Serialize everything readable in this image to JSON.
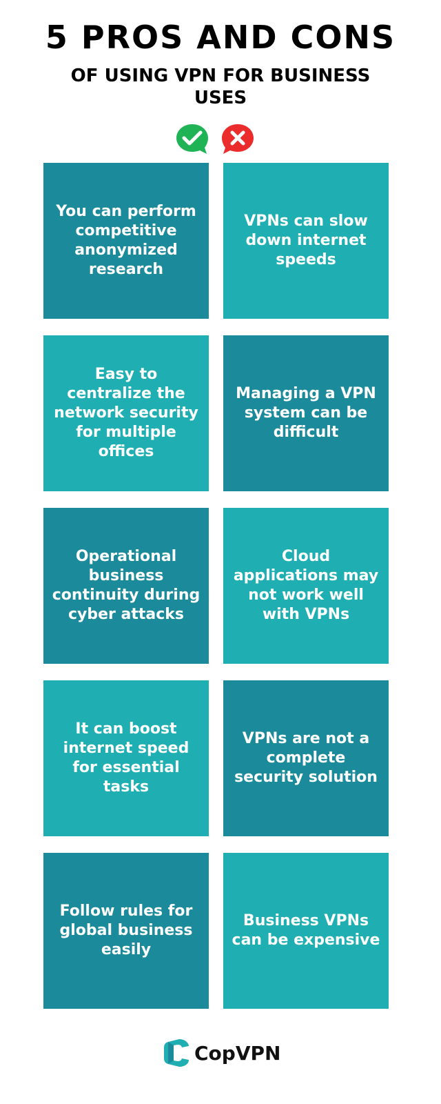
{
  "header": {
    "title": "5 PROS AND CONS",
    "subtitle": "OF USING VPN FOR BUSINESS USES",
    "pro_icon": "check-speech-bubble-icon",
    "con_icon": "x-speech-bubble-icon"
  },
  "pros": [
    "You can perform competitive anonymized research",
    "Easy to centralize the network security for multiple offices",
    "Operational business continuity during cyber attacks",
    "It can boost internet speed for essential tasks",
    "Follow rules for global business easily"
  ],
  "cons": [
    "VPNs can slow down internet speeds",
    "Managing a VPN system can be difficult",
    "Cloud applications may not work well with VPNs",
    "VPNs are not a complete security solution",
    "Business VPNs can be expensive"
  ],
  "footer": {
    "brand": "CopVPN",
    "logo_icon": "copvpn-logo-icon"
  },
  "colors": {
    "dark_teal": "#1b8a9a",
    "light_teal": "#1fafb2",
    "check_green": "#1fb356",
    "cross_red": "#ea2c2c"
  }
}
